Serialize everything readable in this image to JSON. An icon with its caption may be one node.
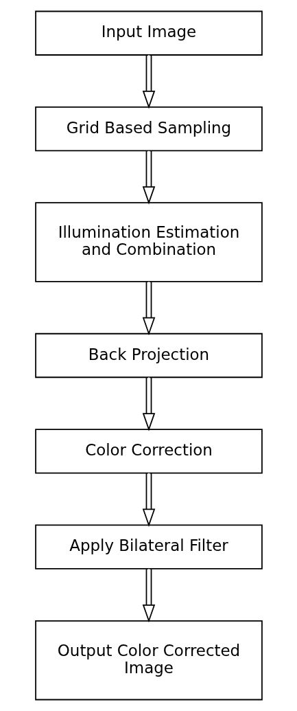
{
  "diagram": {
    "nodes": [
      {
        "text": [
          "Input Image"
        ]
      },
      {
        "text": [
          "Grid Based Sampling"
        ]
      },
      {
        "text": [
          "Illumination Estimation and Combination"
        ]
      },
      {
        "text": [
          "Back Projection"
        ]
      },
      {
        "text": [
          "Color Correction"
        ]
      },
      {
        "text": [
          "Apply Bilateral Filter"
        ]
      },
      {
        "text": [
          "Output Color Corrected Image"
        ]
      }
    ],
    "edges": [
      {
        "from": 0,
        "to": 1,
        "arrow": "to"
      },
      {
        "from": 1,
        "to": 2,
        "arrow": "to"
      },
      {
        "from": 2,
        "to": 3,
        "arrow": "to"
      },
      {
        "from": 3,
        "to": 4,
        "arrow": "to"
      },
      {
        "from": 4,
        "to": 5,
        "arrow": "to"
      },
      {
        "from": 5,
        "to": 6,
        "arrow": "to"
      }
    ]
  }
}
